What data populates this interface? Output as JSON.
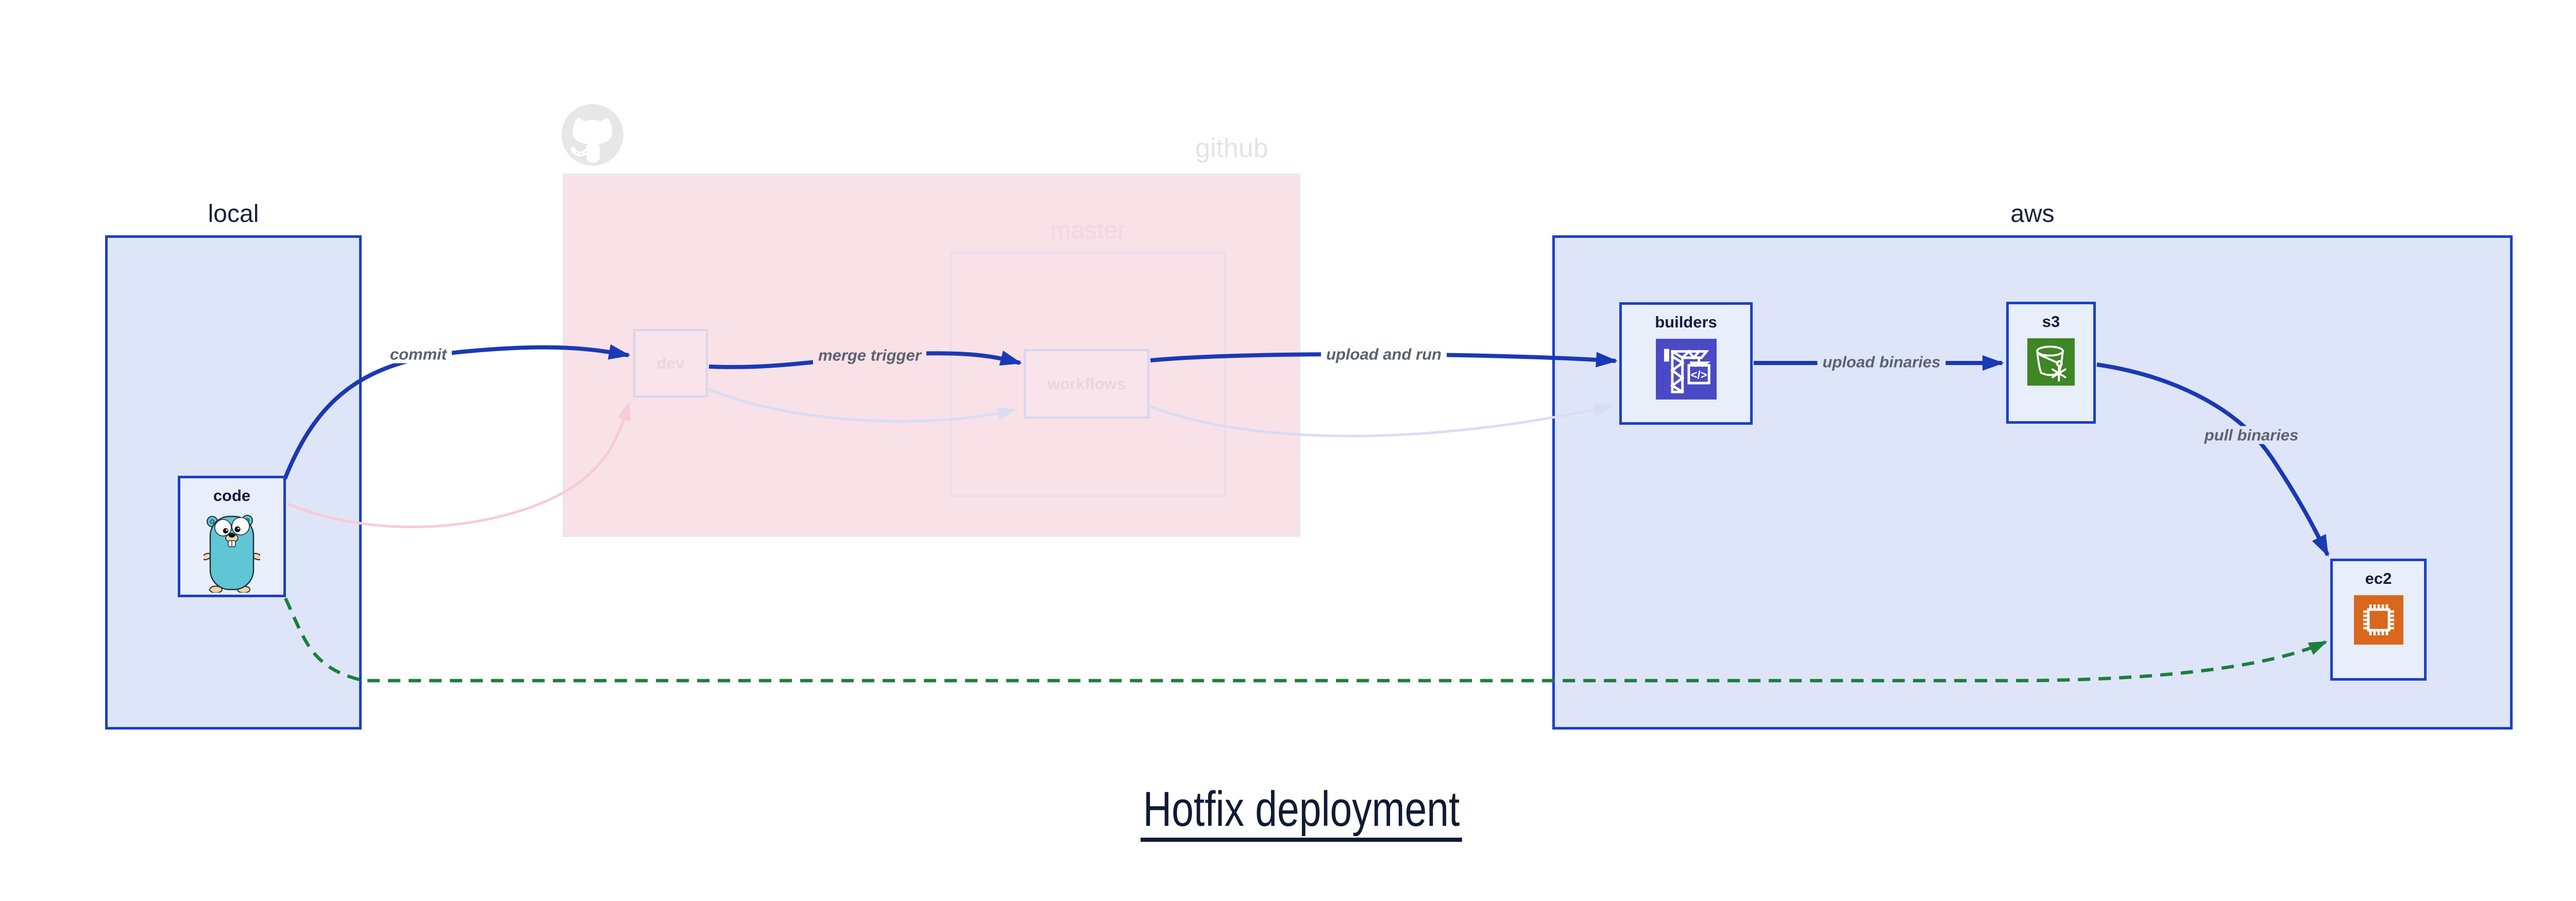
{
  "title": "Hotfix deployment",
  "containers": {
    "local": {
      "label": "local"
    },
    "github": {
      "label": "github"
    },
    "master": {
      "label": "master"
    },
    "aws": {
      "label": "aws"
    }
  },
  "nodes": {
    "code": {
      "label": "code",
      "icon": "go-gopher"
    },
    "dev": {
      "label": "dev"
    },
    "workflows": {
      "label": "workflows"
    },
    "builders": {
      "label": "builders",
      "icon": "aws-codebuild"
    },
    "s3": {
      "label": "s3",
      "icon": "aws-s3-glacier-bucket"
    },
    "ec2": {
      "label": "ec2",
      "icon": "aws-ec2-chip"
    }
  },
  "edges": {
    "commit": {
      "label": "commit",
      "from": "code",
      "to": "dev",
      "style": "solid-blue"
    },
    "code_to_dev_faded": {
      "label": "",
      "from": "code",
      "to": "dev",
      "style": "faded-pink"
    },
    "merge_trigger": {
      "label": "merge trigger",
      "from": "dev",
      "to": "workflows",
      "style": "solid-blue"
    },
    "dev_to_workflows_faded": {
      "label": "",
      "from": "dev",
      "to": "workflows",
      "style": "faded-lavender"
    },
    "upload_and_run": {
      "label": "upload and run",
      "from": "workflows",
      "to": "builders",
      "style": "solid-blue"
    },
    "workflows_to_builders_faded": {
      "label": "",
      "from": "workflows",
      "to": "builders",
      "style": "faded-lavender"
    },
    "upload_binaries": {
      "label": "upload binaries",
      "from": "builders",
      "to": "s3",
      "style": "solid-blue"
    },
    "pull_binaries": {
      "label": "pull binaries",
      "from": "s3",
      "to": "ec2",
      "style": "solid-blue"
    },
    "hotfix_path": {
      "label": "",
      "from": "code",
      "to": "ec2",
      "style": "dashed-green"
    }
  },
  "colors": {
    "accent_blue": "#1a39b4",
    "border_blue": "#1c40c4",
    "region_fill": "#dee5f8",
    "node_fill": "#e9eefb",
    "github_fill": "#f9e1e8",
    "faded_pink_arrow": "#f6ccd8",
    "faded_lavender_arrow": "#d9ddf3",
    "green": "#1d7e3e",
    "label_gray": "#5b6370",
    "title_color": "#101a33",
    "codebuild_purple": "#4a4ac6",
    "s3_green": "#3f8624",
    "ec2_orange": "#d9671c",
    "gopher_teal": "#60c5d4"
  }
}
